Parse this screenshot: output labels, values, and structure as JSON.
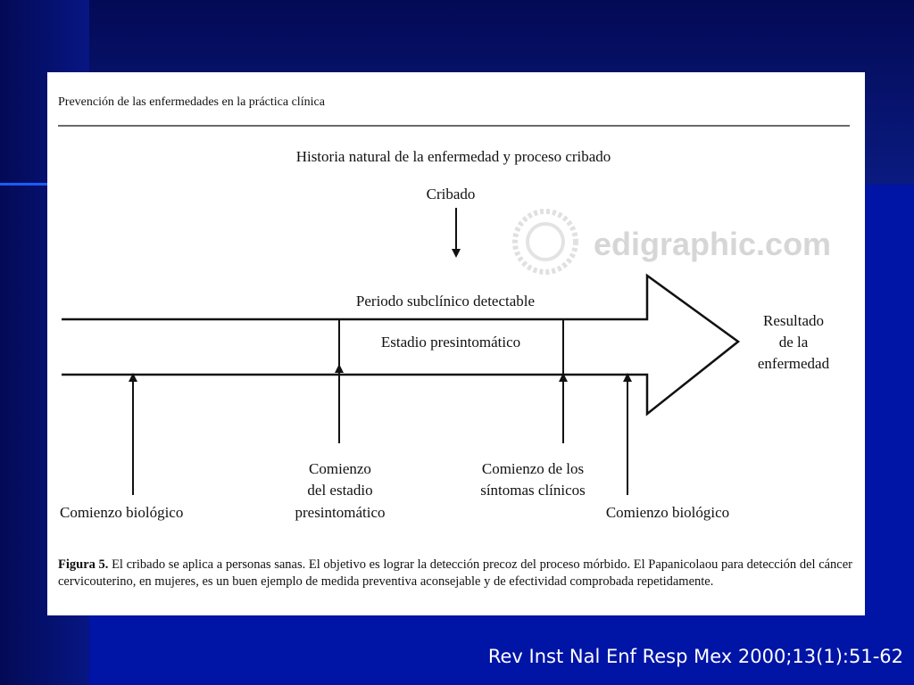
{
  "header": "Prevención de las enfermedades en la práctica clínica",
  "diagram": {
    "title": "Historia natural de la enfermedad y proceso cribado",
    "screening_label": "Cribado",
    "subclinical_label": "Periodo subclínico detectable",
    "presymptomatic_label": "Estadio presintomático",
    "outcome_lines": [
      "Resultado",
      "de la",
      "enfermedad"
    ],
    "start_left": "Comienzo biológico",
    "presym_start_lines": [
      "Comienzo",
      "del estadio",
      "presintomático"
    ],
    "clinical_start_lines": [
      "Comienzo de los",
      "síntomas clínicos"
    ],
    "start_right": "Comienzo biológico"
  },
  "watermark": "edigraphic.com",
  "caption": {
    "label": "Figura 5.",
    "text": "El cribado se aplica a personas sanas. El objetivo es lograr la detección precoz del proceso mórbido. El Papanicolaou para detección del cáncer cervicouterino, en mujeres, es un buen ejemplo de medida preventiva aconsejable y de efectividad comprobada repetidamente."
  },
  "citation": "Rev Inst Nal Enf Resp Mex 2000;13(1):51-62",
  "colors": {
    "background": "#0014a6",
    "panel": "#ffffff",
    "ink": "#111111",
    "citation_text": "#ffffff"
  }
}
